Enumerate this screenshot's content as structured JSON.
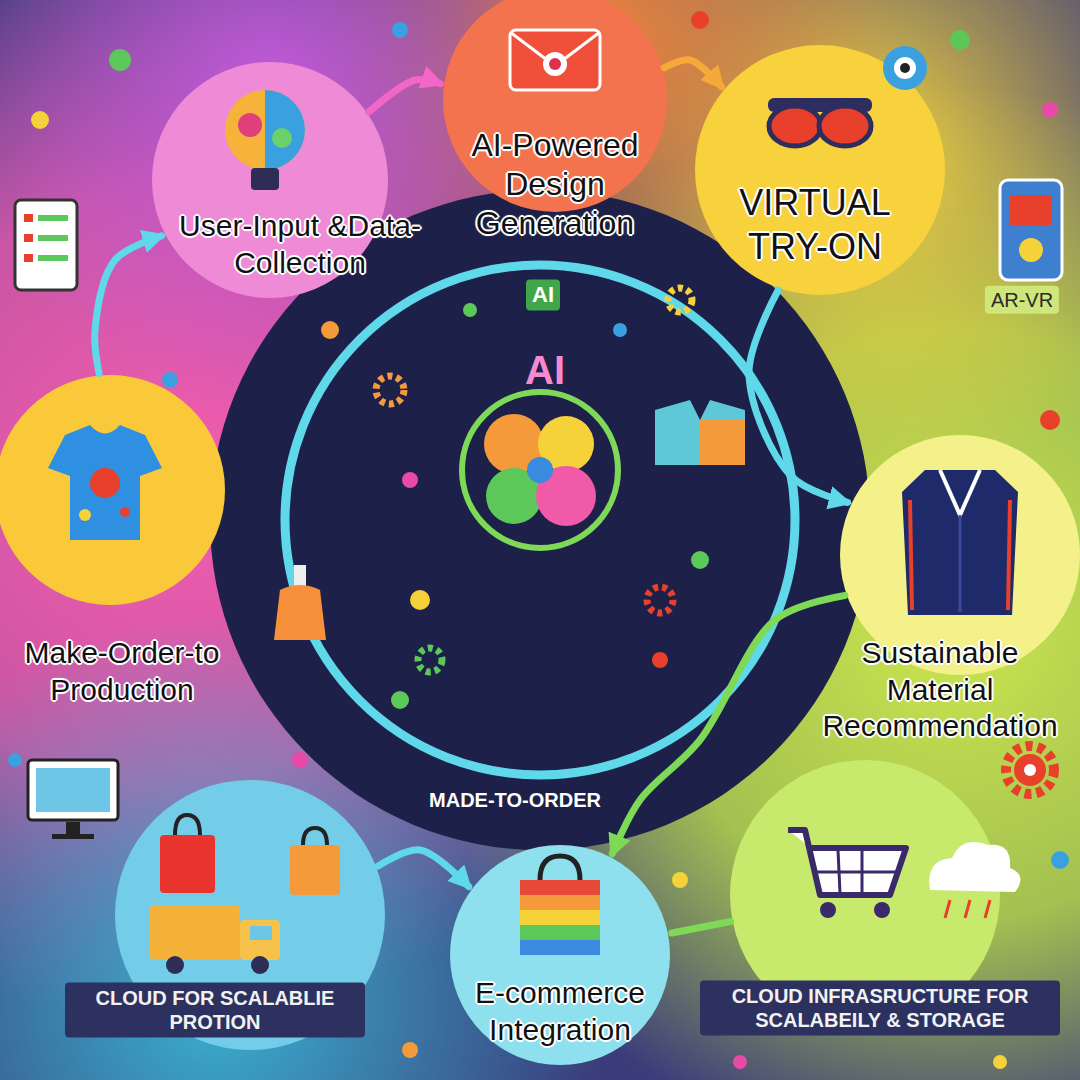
{
  "diagram": {
    "nodes": [
      {
        "text": [
          "User-Input &Data-Collection"
        ]
      },
      {
        "text": [
          "AI-Powered Design Generation"
        ]
      },
      {
        "text": [
          "VIRTUAL TRY-ON"
        ]
      },
      {
        "text": [
          "Make-Order-to Production"
        ]
      },
      {
        "text": [
          "Sustainable Material Recommendation"
        ]
      },
      {
        "text": [
          "CLOUD FOR SCALABLIE PROTION"
        ]
      },
      {
        "text": [
          "E-commerce Integration"
        ]
      },
      {
        "text": [
          "CLOUD INFRASRUCTURE FOR SCALABEILY & STORAGE"
        ]
      }
    ],
    "edges": [
      {
        "from": 0,
        "to": 1,
        "arrow": "to"
      },
      {
        "from": 1,
        "to": 2,
        "arrow": "to"
      },
      {
        "from": 2,
        "to": 4,
        "arrow": "to"
      },
      {
        "from": 4,
        "to": 6,
        "arrow": "to"
      },
      {
        "from": 7,
        "to": 6,
        "arrow": "none"
      },
      {
        "from": 5,
        "to": 6,
        "arrow": "to"
      },
      {
        "from": 3,
        "to": 0,
        "arrow": "to"
      }
    ],
    "labels": [
      "AI",
      "AR-VR",
      "AI",
      "MADE-TO-ORDER"
    ]
  }
}
